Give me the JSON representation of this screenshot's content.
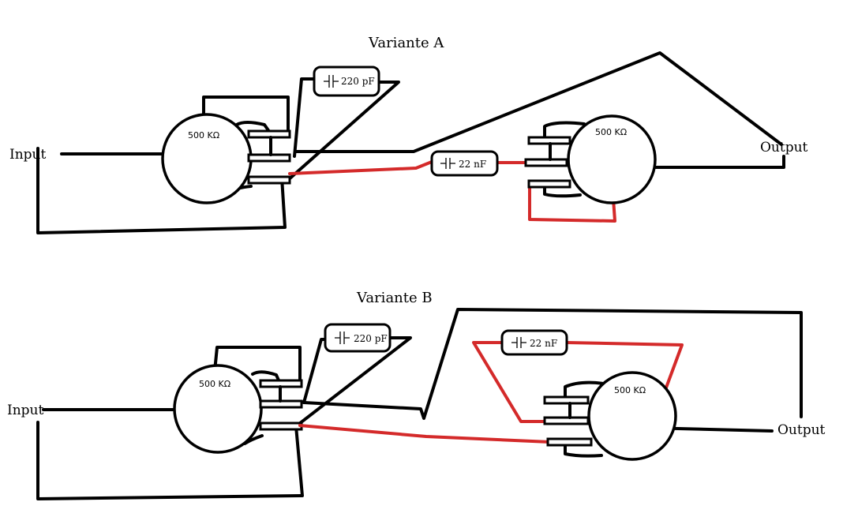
{
  "variant_a": {
    "title": "Variante A",
    "input_label": "Input",
    "output_label": "Output",
    "pot1_label": "500 KΩ",
    "pot2_label": "500 KΩ",
    "cap_small_label": "220 pF",
    "cap_large_label": "22 nF"
  },
  "variant_b": {
    "title": "Variante B",
    "input_label": "Input",
    "output_label": "Output",
    "pot1_label": "500 KΩ",
    "pot2_label": "500 KΩ",
    "cap_small_label": "220 pF",
    "cap_large_label": "22 nF"
  },
  "colors": {
    "wire": "#000000",
    "highlight_wire": "#d42a2a",
    "background": "#ffffff"
  }
}
